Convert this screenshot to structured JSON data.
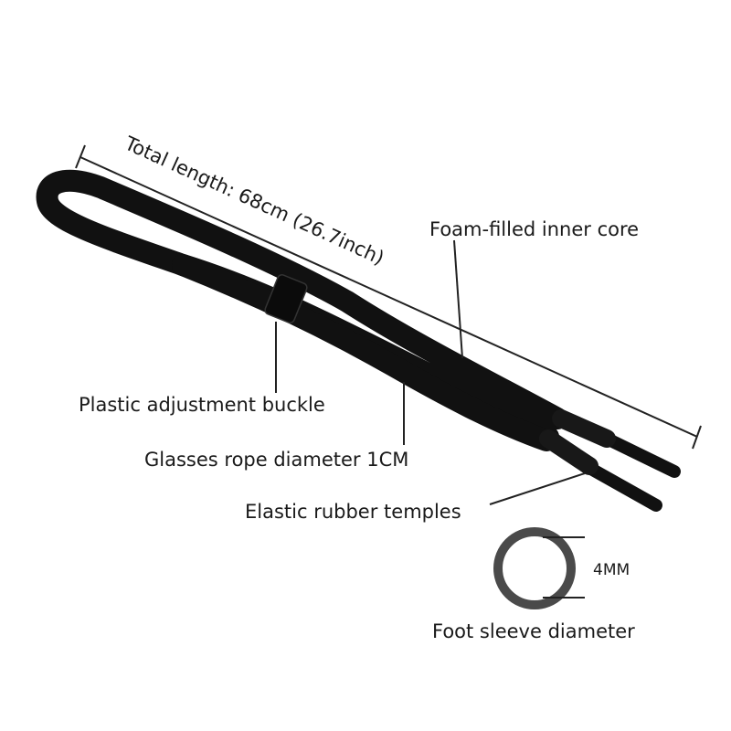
{
  "labels": {
    "total_length": "Total length: 68cm (26.7inch)",
    "foam_core": "Foam-filled inner core",
    "buckle": "Plastic adjustment buckle",
    "rope_diameter": "Glasses rope diameter 1CM",
    "rubber_temples": "Elastic rubber temples",
    "ring_size": "4MM",
    "foot_sleeve": "Foot sleeve diameter"
  },
  "colors": {
    "rope": "#111111",
    "ring": "#4a4a4a",
    "line": "#222222"
  }
}
